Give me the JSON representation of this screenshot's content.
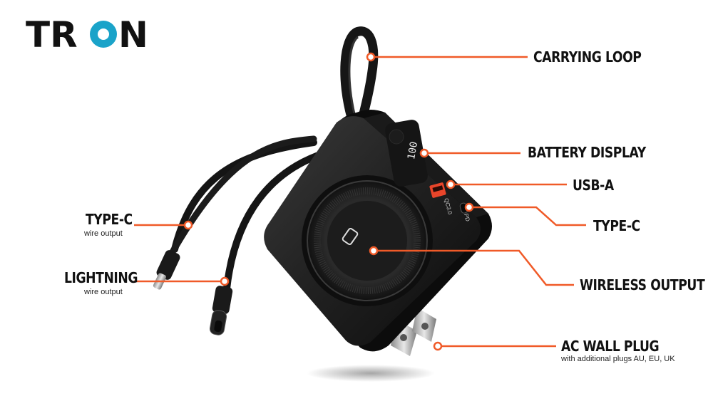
{
  "brand": {
    "name_left": "TR",
    "name_o": "O",
    "name_right": "N",
    "accent": "#1aa3c9"
  },
  "leader_color": "#f05a28",
  "callouts": {
    "carrying_loop": "CARRYING LOOP",
    "battery_display": "BATTERY DISPLAY",
    "usb_a": "USB-A",
    "type_c_port": "TYPE-C",
    "wireless_output": "WIRELESS OUTPUT",
    "ac_wall_plug": "AC WALL PLUG",
    "ac_wall_plug_note": "with additional plugs AU, EU, UK",
    "type_c_wire": "TYPE-C",
    "type_c_wire_note": "wire output",
    "lightning_wire": "LIGHTNING",
    "lightning_wire_note": "wire output"
  },
  "device": {
    "display_reading": "100",
    "port_label_qc": "QC3.0",
    "port_label_pd": "PD"
  }
}
